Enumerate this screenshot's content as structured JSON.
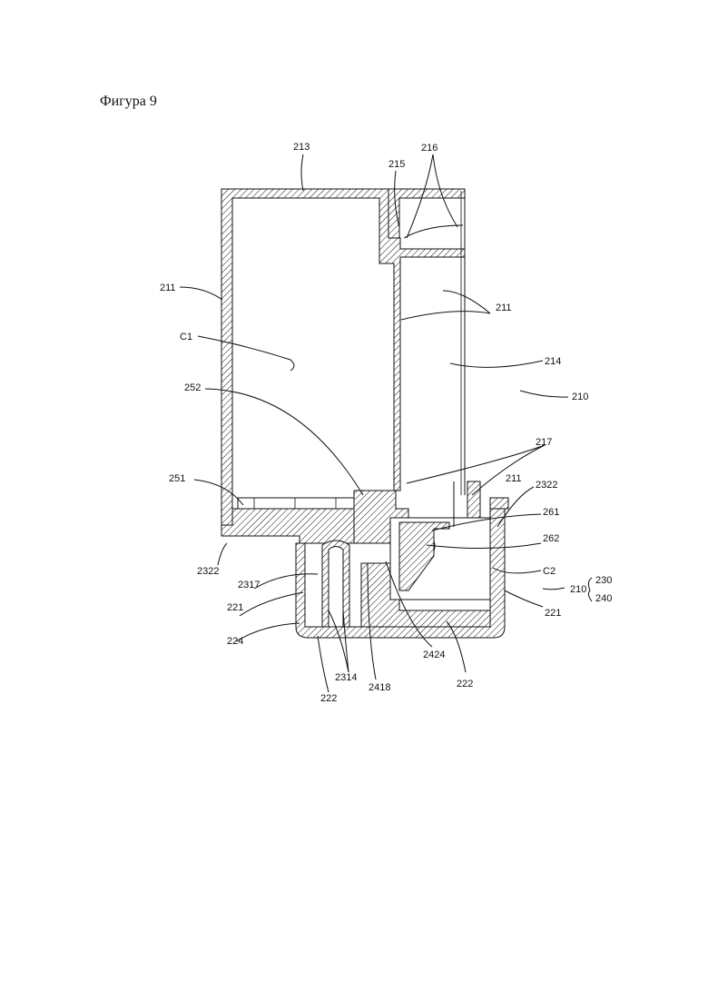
{
  "figure_title": "Фигура 9",
  "labels": {
    "l213": "213",
    "l215": "215",
    "l216": "216",
    "l211_left": "211",
    "l211_mid": "211",
    "l211_right": "211",
    "lC1": "C1",
    "l214": "214",
    "l252": "252",
    "l210_top": "210",
    "l217": "217",
    "l251": "251",
    "l2322_right": "2322",
    "l261": "261",
    "l2322_left": "2322",
    "l262": "262",
    "l2317": "2317",
    "lC2": "C2",
    "l210_bottom": "210",
    "l230": "230",
    "l240": "240",
    "l221_left": "221",
    "l221_right": "221",
    "l224": "224",
    "l2424": "2424",
    "l2314": "2314",
    "l2418": "2418",
    "l222_right": "222",
    "l222_left": "222"
  }
}
